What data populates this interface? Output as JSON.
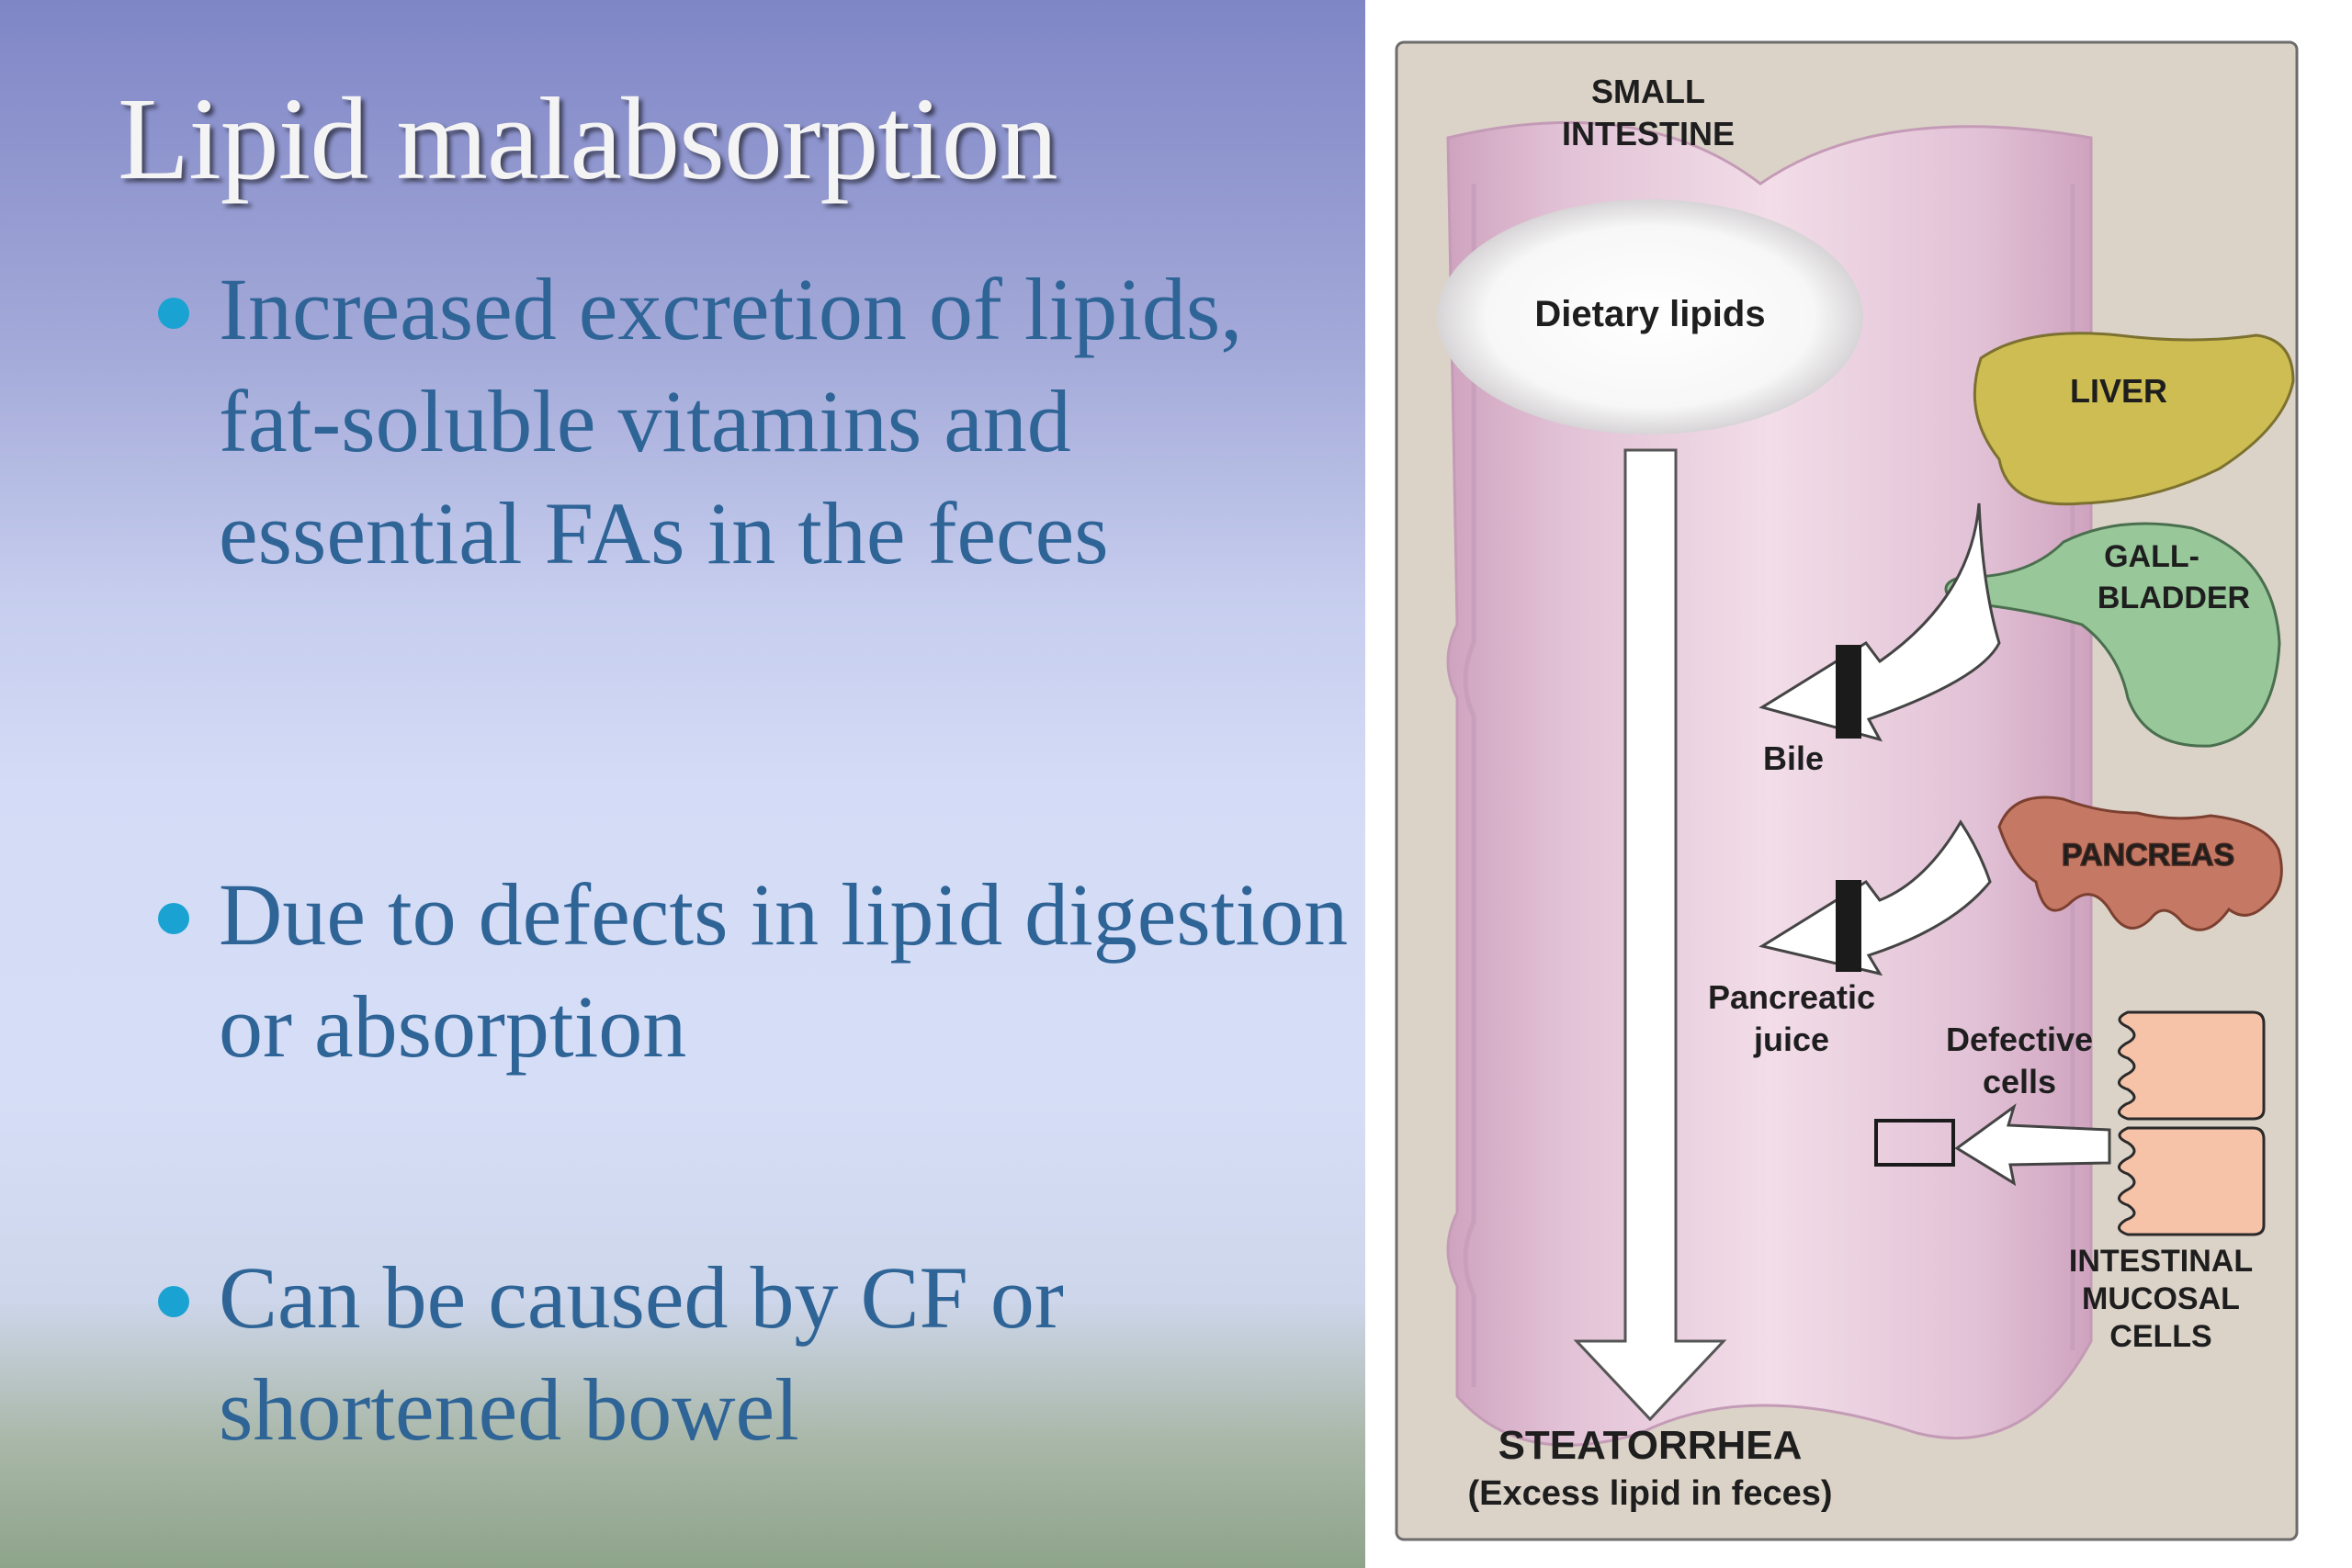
{
  "slide": {
    "title": "Lipid malabsorption",
    "bullets": [
      "Increased excretion of lipids, fat-soluble vitamins and essential FAs in the feces",
      "Due to defects in lipid digestion or absorption",
      "Can be caused by CF or shortened bowel"
    ]
  },
  "figure": {
    "small_intestine": [
      "SMALL",
      "INTESTINE"
    ],
    "dietary_lipids": "Dietary lipids",
    "liver": "LIVER",
    "gallbladder": [
      "GALL-",
      "BLADDER"
    ],
    "bile": "Bile",
    "pancreas": "PANCREAS",
    "pancreatic_juice": [
      "Pancreatic",
      "juice"
    ],
    "defective_cells": [
      "Defective",
      "cells"
    ],
    "intestinal_mucosal_cells": [
      "INTESTINAL",
      "MUCOSAL",
      "CELLS"
    ],
    "steatorrhea": "STEATORRHEA",
    "steatorrhea_note": "(Excess lipid in feces)"
  },
  "colors": {
    "bullet_text": "#2f6497",
    "bullet_dot": "#1aa3d2",
    "figure_background": "#dcd3c8",
    "intestine": "#e2c4d6",
    "liver": "#cdbd52",
    "gallbladder": "#98c79a",
    "pancreas": "#c57965",
    "mucosal_cells": "#f6c2a8"
  }
}
